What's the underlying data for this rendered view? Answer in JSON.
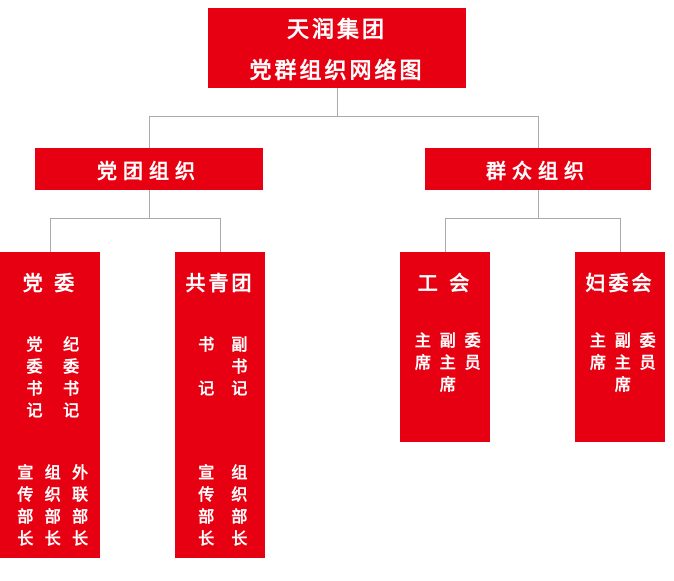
{
  "colors": {
    "box_red": "#e60012",
    "line_gray": "#aaaaaa",
    "text_white": "#ffffff"
  },
  "root": {
    "title_line1": "天润集团",
    "title_line2": "党群组织网络图"
  },
  "level2": [
    {
      "label": "党团组织"
    },
    {
      "label": "群众组织"
    }
  ],
  "level3": [
    {
      "title": "党 委",
      "groups": [
        [
          "党委书记",
          "纪委书记"
        ],
        [
          "宣传部长",
          "组织部长",
          "外联部长"
        ]
      ]
    },
    {
      "title": "共青团",
      "groups": [
        [
          "书记",
          "副书记"
        ],
        [
          "宣传部长",
          "组织部长"
        ]
      ]
    },
    {
      "title": "工 会",
      "groups": [
        [
          "主席",
          "副主席",
          "委员"
        ]
      ]
    },
    {
      "title": "妇委会",
      "groups": [
        [
          "主席",
          "副主席",
          "委员"
        ]
      ]
    }
  ]
}
